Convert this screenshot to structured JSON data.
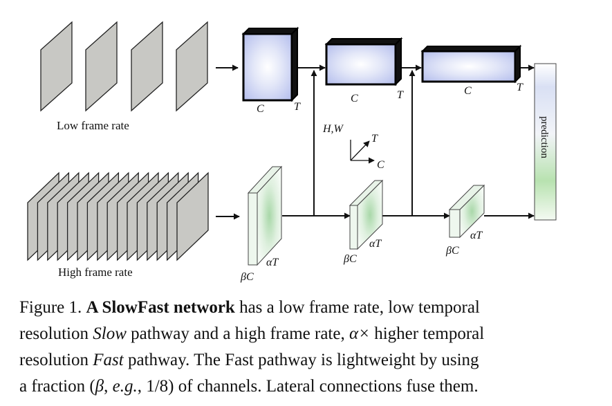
{
  "diagram": {
    "slow_label": "Low frame rate",
    "fast_label": "High frame rate",
    "prediction_label": "prediction",
    "axes": {
      "hw": "H,W",
      "t": "T",
      "c": "C"
    },
    "slow_blocks": [
      {
        "c": "C",
        "t": "T"
      },
      {
        "c": "C",
        "t": "T"
      },
      {
        "c": "C",
        "t": "T"
      }
    ],
    "fast_blocks": [
      {
        "c": "βC",
        "t": "αT"
      },
      {
        "c": "βC",
        "t": "αT"
      },
      {
        "c": "βC",
        "t": "αT"
      }
    ],
    "colors": {
      "slow_fill": "#c8cff0",
      "fast_fill": "#cfe8cf",
      "frame_fill": "#c8c8c4",
      "stroke": "#111111"
    }
  },
  "caption": {
    "line1": {
      "prefix": "Figure 1. ",
      "bold": "A SlowFast network",
      "rest": " has a low frame rate, low temporal"
    },
    "line2": {
      "a": "resolution ",
      "italic1": "Slow",
      "b": " pathway and a high frame rate, ",
      "alpha": "α×",
      "c": " higher temporal"
    },
    "line3": {
      "a": "resolution ",
      "italic1": "Fast",
      "b": " pathway. The Fast pathway is lightweight by using"
    },
    "line4": {
      "a": "a fraction (",
      "beta": "β",
      "b": ", ",
      "eg": "e.g.",
      "c": ", 1/8) of channels. Lateral connections fuse them."
    }
  }
}
